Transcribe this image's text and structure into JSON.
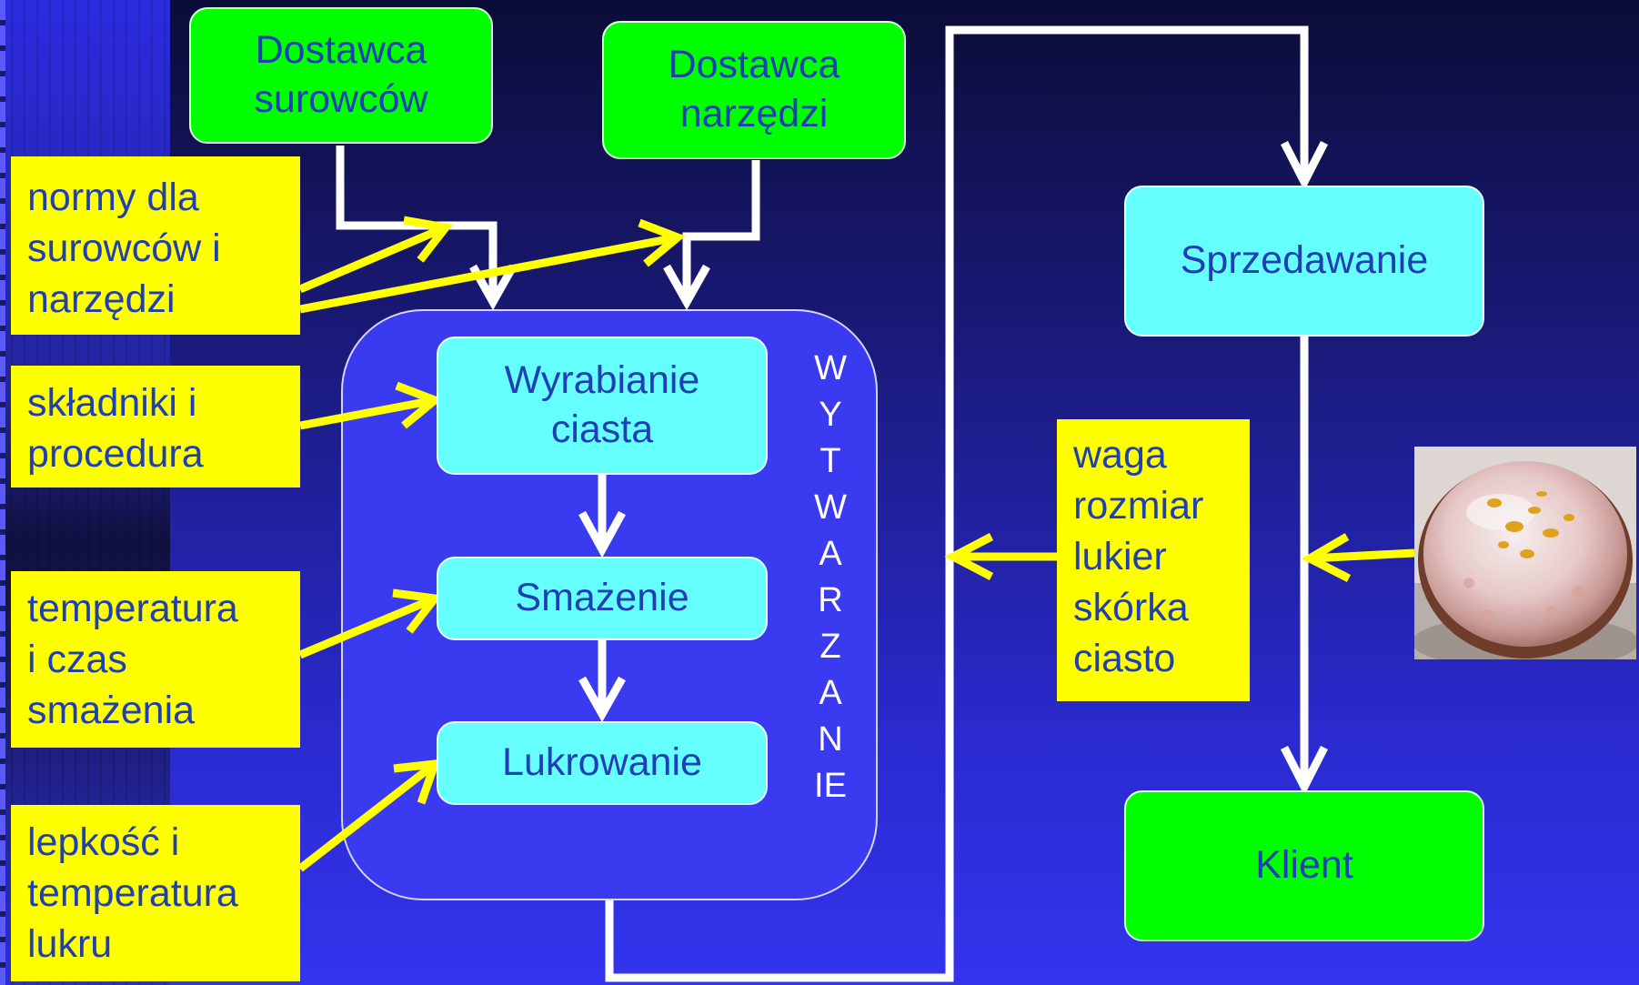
{
  "colors": {
    "supplier_box": "#00ff00",
    "process_box": "#66ffff",
    "note_box": "#ffff00",
    "text": "#1f3fb5",
    "arrow_white": "#ffffff",
    "arrow_yellow": "#ffff00",
    "group_fill": "#3a3af0"
  },
  "suppliers": {
    "raw": "Dostawca\nsurowców",
    "tools": "Dostawca\nnarzędzi"
  },
  "process": {
    "group_label": "WYTWARZANIE",
    "steps": [
      "Wyrabianie\nciasta",
      "Smażenie",
      "Lukrowanie"
    ]
  },
  "sales": "Sprzedawanie",
  "client": "Klient",
  "notes": {
    "norms": "normy dla\nsurowców i\nnarzędzi",
    "ingredients": "składniki i\nprocedura",
    "frying": "temperatura\ni czas\nsmażenia",
    "icing": "lepkość i\ntemperatura\nlukru",
    "quality": "waga\nrozmiar\nlukier\nskórka\nciasto"
  },
  "photo": {
    "subject": "glazed-donut-photo"
  }
}
